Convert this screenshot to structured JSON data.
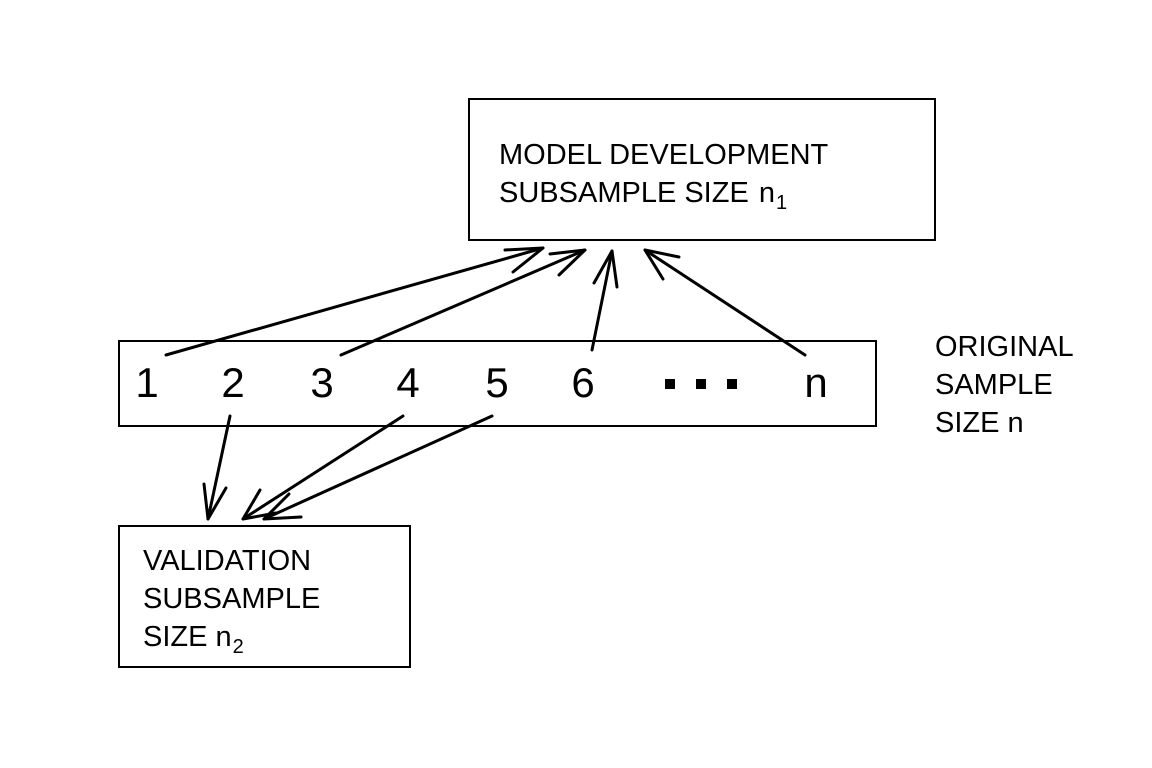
{
  "model_box": {
    "line1": "MODEL DEVELOPMENT",
    "line2": "SUBSAMPLE SIZE",
    "var": "n",
    "sub": "1"
  },
  "original_sample": {
    "items": [
      "1",
      "2",
      "3",
      "4",
      "5",
      "6"
    ],
    "ellipsis": "···",
    "last": "n",
    "label_line1": "ORIGINAL",
    "label_line2": "SAMPLE",
    "label_line3": "SIZE n"
  },
  "validation_box": {
    "line1": "VALIDATION",
    "line2": "SUBSAMPLE",
    "line3_prefix": "SIZE",
    "var": "n",
    "sub": "2"
  }
}
